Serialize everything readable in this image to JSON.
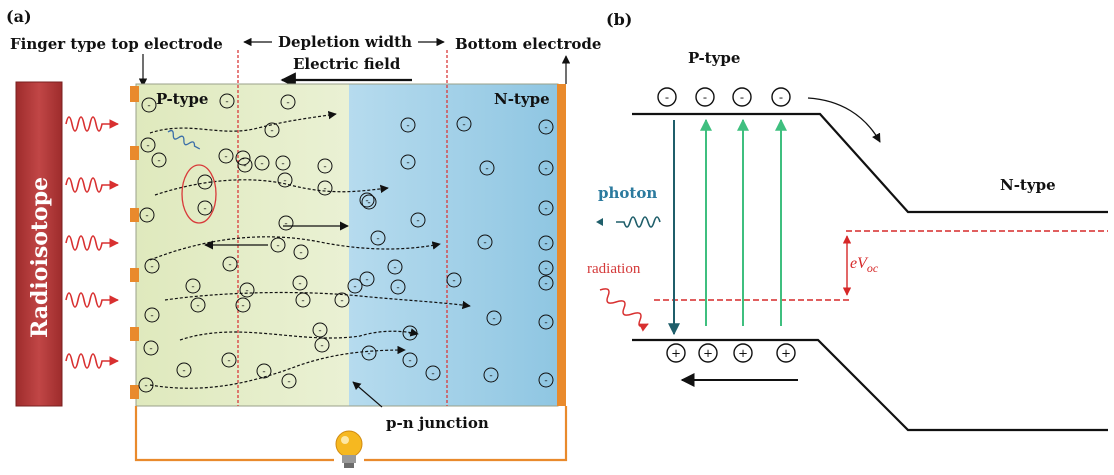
{
  "panel_a": {
    "label": "(a)",
    "finger_electrode_label": "Finger type top electrode",
    "depletion_label": "Depletion width",
    "efield_label": "Electric field",
    "bottom_electrode_label": "Bottom electrode",
    "source_label": "Radioisotope",
    "ptype_label": "P-type",
    "ntype_label": "N-type",
    "junction_label": "p-n junction",
    "electron_symbol": "-",
    "colors": {
      "source": "#b33a3a",
      "ptype": "#e6eecb",
      "ntype": "#a9d2e8",
      "electrode": "#e98a2c",
      "wave": "#d83030",
      "depletion_line": "#d83a3a"
    }
  },
  "panel_b": {
    "label": "(b)",
    "ptype_label": "P-type",
    "ntype_label": "N-type",
    "photon_label": "photon",
    "radiation_label": "radiation",
    "voc_label": "eV",
    "voc_sub": "oc",
    "electron_symbol": "-",
    "hole_symbol": "+",
    "colors": {
      "band": "#111111",
      "excitation_arrow": "#3fbf7f",
      "recombination_arrow": "#1f5e6a",
      "photon_text": "#2b7a9e",
      "radiation_text": "#d43a3a",
      "fermi": "#d62828"
    }
  }
}
